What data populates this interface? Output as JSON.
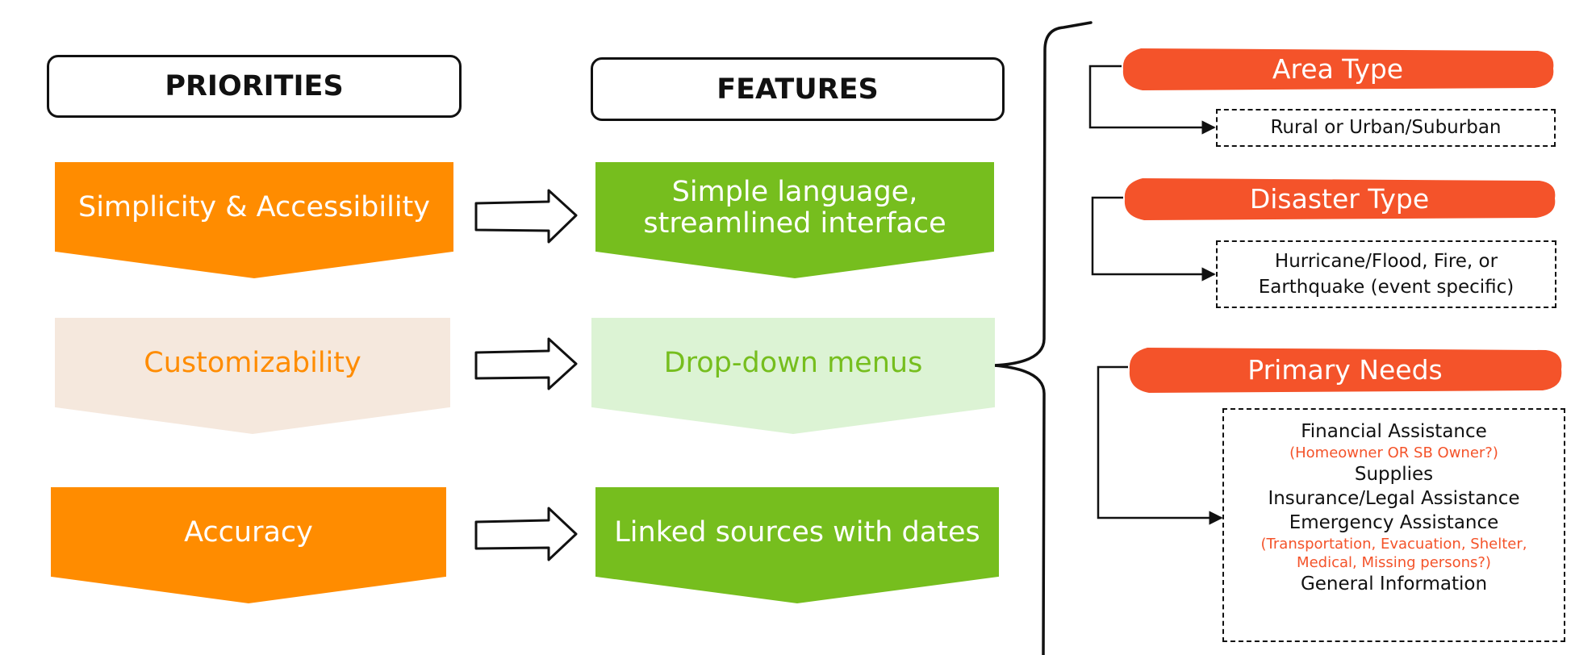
{
  "colors": {
    "orange": "#FF8C00",
    "pale_orange": "#F5E8DD",
    "green": "#76BE1E",
    "pale_green": "#DCF3D4",
    "red_orange": "#F4532A",
    "white": "#FFFFFF",
    "ink": "#111111"
  },
  "headers": {
    "priorities": "PRIORITIES",
    "features": "FEATURES"
  },
  "priorities": [
    {
      "label": "Simplicity & Accessibility"
    },
    {
      "label": "Customizability"
    },
    {
      "label": "Accuracy"
    }
  ],
  "features": [
    {
      "line1": "Simple language,",
      "line2": "streamlined interface"
    },
    {
      "line1": "Drop-down menus"
    },
    {
      "line1": "Linked sources with dates"
    }
  ],
  "menus": [
    {
      "title": "Area Type",
      "options": [
        "Rural or Urban/Suburban"
      ]
    },
    {
      "title": "Disaster Type",
      "options": [
        "Hurricane/Flood, Fire, or",
        "Earthquake (event specific)"
      ]
    },
    {
      "title": "Primary Needs",
      "items": [
        {
          "text": "Financial Assistance"
        },
        {
          "text": "(Homeowner OR SB Owner?)",
          "note": true
        },
        {
          "text": "Supplies"
        },
        {
          "text": "Insurance/Legal Assistance"
        },
        {
          "text": "Emergency Assistance"
        },
        {
          "text": "(Transportation, Evacuation, Shelter,",
          "note": true
        },
        {
          "text": "Medical, Missing persons?)",
          "note": true
        },
        {
          "text": "General Information"
        }
      ]
    }
  ]
}
